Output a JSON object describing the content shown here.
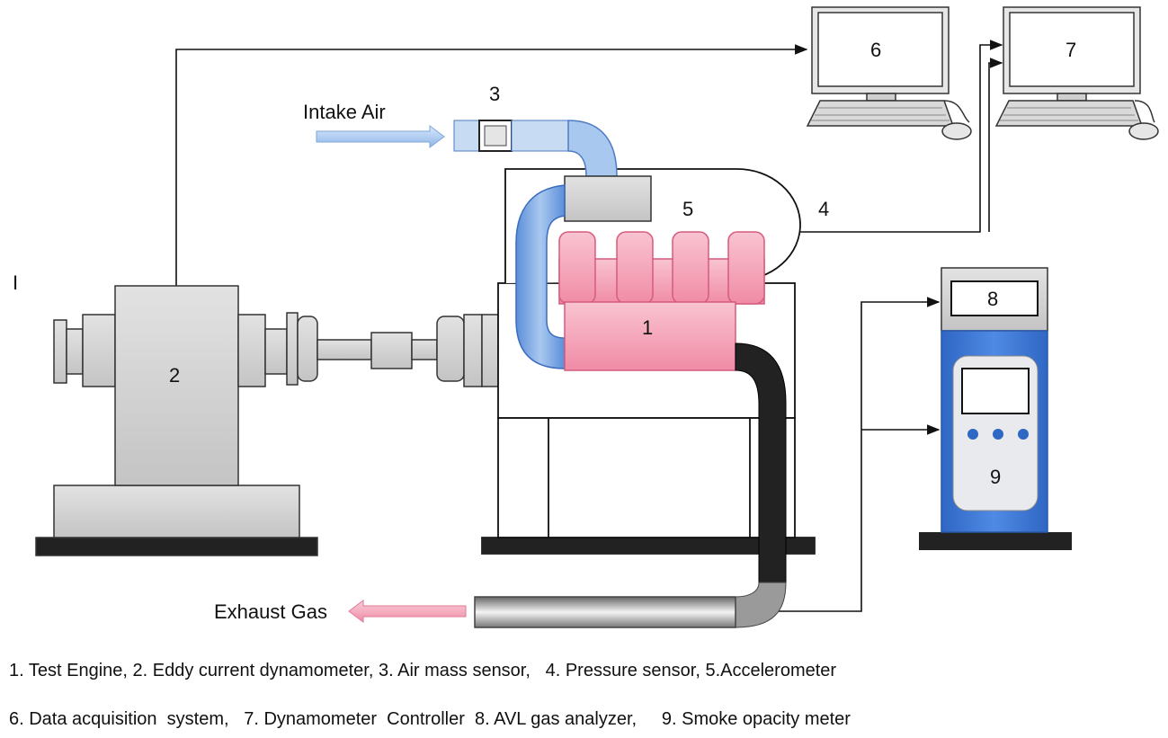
{
  "corner_mark": "I",
  "flows": {
    "intake_label": "Intake Air",
    "exhaust_label": "Exhaust Gas"
  },
  "components": {
    "engine": "1",
    "dynamometer": "2",
    "air_mass_sensor": "3",
    "pressure_sensor": "4",
    "accelerometer": "5",
    "daq_computer": "6",
    "dyno_controller_computer": "7",
    "gas_analyzer": "8",
    "smoke_meter": "9"
  },
  "caption": {
    "line1": "1. Test Engine, 2. Eddy current dynamometer, 3. Air mass sensor,   4. Pressure sensor, 5.Accelerometer",
    "line2": "6. Data acquisition  system,   7. Dynamometer  Controller  8. AVL gas analyzer,     9. Smoke opacity meter"
  },
  "colors": {
    "engine_pink": "#f6a7b9",
    "intake_blue": "#8fb6e8",
    "cabinet_blue": "#3a78d6",
    "machine_gray": "#d4d4d4",
    "exhaust_black": "#222222"
  }
}
